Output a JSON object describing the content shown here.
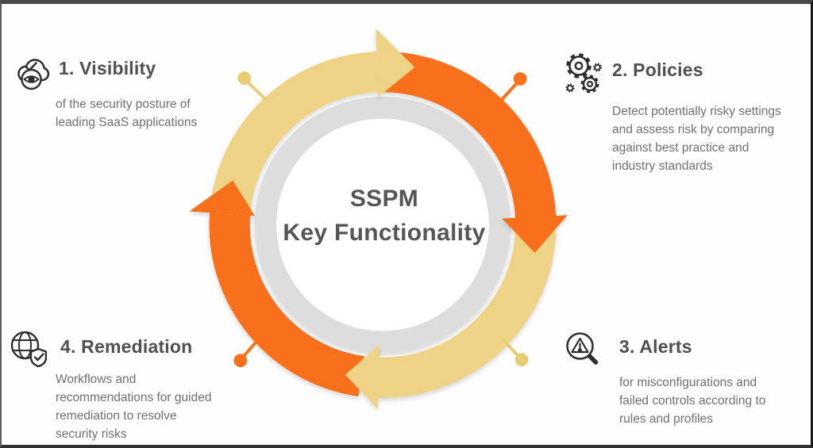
{
  "title": {
    "line1": "SSPM",
    "line2": "Key Functionality"
  },
  "sections": [
    {
      "id": "visibility",
      "heading": "1. Visibility",
      "body": "of the security posture of\nleading SaaS applications",
      "icon": "cloud-eye-icon",
      "marker_color": "#E8CD74"
    },
    {
      "id": "policies",
      "heading": "2. Policies",
      "body": "Detect potentially risky settings\nand assess risk by comparing\nagainst  best practice and\nindustry standards",
      "icon": "gears-icon",
      "marker_color": "#F8701C"
    },
    {
      "id": "alerts",
      "heading": "3. Alerts",
      "body": "for misconfigurations and\nfailed controls according to\nrules and profiles",
      "icon": "magnifier-warning-icon",
      "marker_color": "#E8CD74"
    },
    {
      "id": "remediation",
      "heading": "4. Remediation",
      "body": "Workflows and\nrecommendations for guided\nremediation to resolve\nsecurity risks",
      "icon": "globe-shield-icon",
      "marker_color": "#F8701C"
    }
  ],
  "cycle": {
    "direction": "clockwise",
    "segment_colors": [
      "#EED387",
      "#F8701C",
      "#EED387",
      "#F8701C"
    ]
  },
  "colors": {
    "yellow": "#EED387",
    "orange": "#F8701C",
    "yellow_marker": "#E8CD74",
    "ring_gray": "#DDDDDD",
    "heading_text": "#4F5052",
    "body_text": "#6F7073",
    "title_text": "#55565A",
    "icon_stroke": "#2E2E2E"
  }
}
